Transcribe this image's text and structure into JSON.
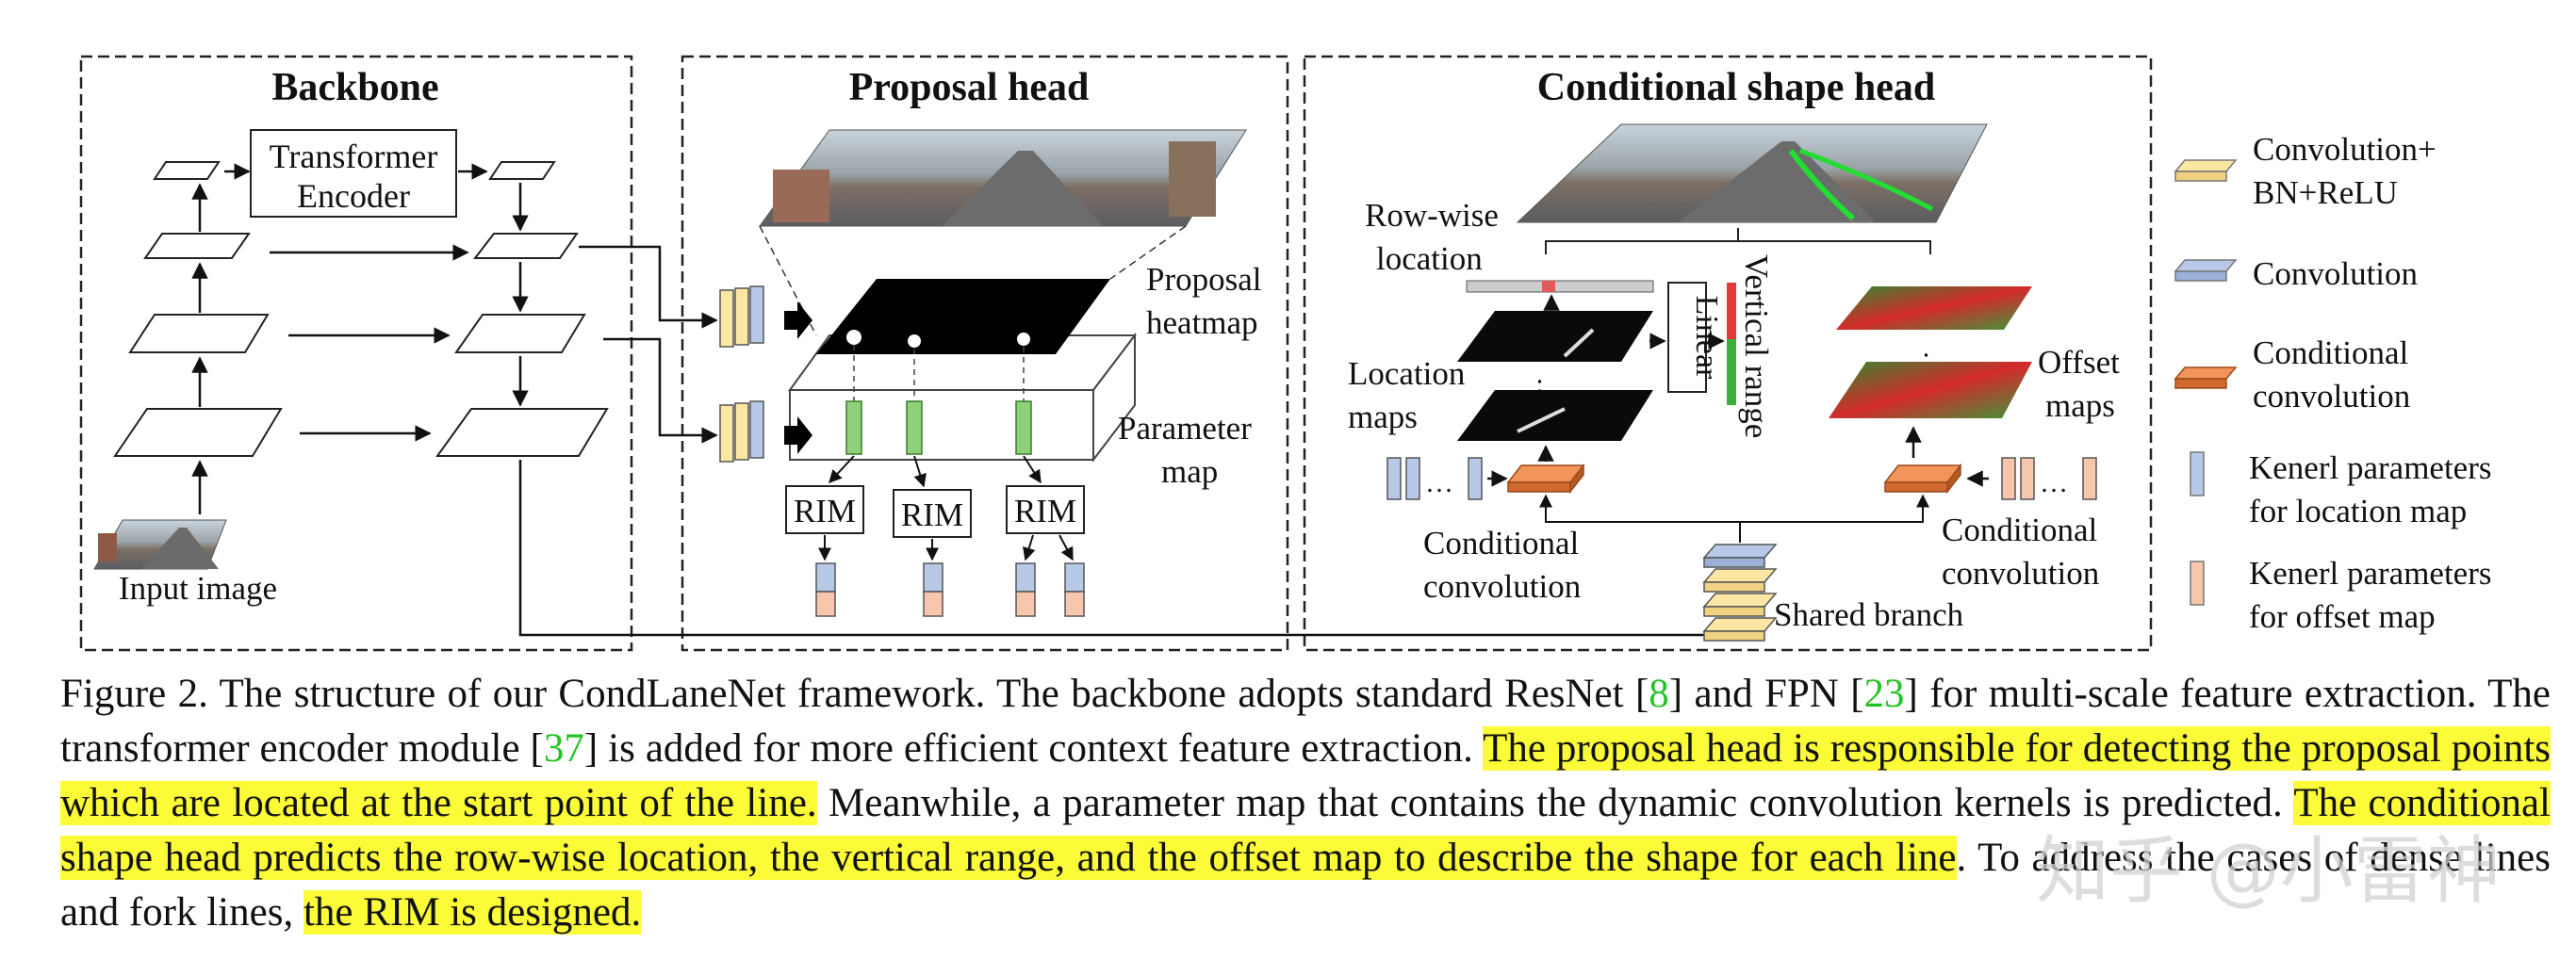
{
  "panels": {
    "backbone": {
      "title": "Backbone",
      "transformer": [
        "Transformer",
        "Encoder"
      ],
      "input_label": "Input image"
    },
    "proposal": {
      "title": "Proposal head",
      "heatmap_label": [
        "Proposal",
        "heatmap"
      ],
      "param_label": [
        "Parameter",
        "map"
      ],
      "rim_label": "RIM"
    },
    "shape": {
      "title": "Conditional shape head",
      "rowwise_label": [
        "Row-wise",
        "location"
      ],
      "location_label": [
        "Location",
        "maps"
      ],
      "linear_label": "Linear",
      "vertical_label": "Vertical range",
      "offset_label": [
        "Offset",
        "maps"
      ],
      "cond_left": [
        "Conditional",
        "convolution"
      ],
      "cond_right": [
        "Conditional",
        "convolution"
      ],
      "shared_label": "Shared branch",
      "dots": "…"
    }
  },
  "legend": [
    {
      "kind": "conv-bn-relu",
      "lines": [
        "Convolution+",
        "BN+ReLU"
      ],
      "color": "#fbe6a3"
    },
    {
      "kind": "conv",
      "lines": [
        "Convolution"
      ],
      "color": "#b8c9e8"
    },
    {
      "kind": "cond-conv",
      "lines": [
        "Conditional",
        "convolution"
      ],
      "color": "#f2955a"
    },
    {
      "kind": "kernel-loc",
      "lines": [
        "Kenerl parameters",
        "for location map"
      ],
      "color": "#b8c9e8"
    },
    {
      "kind": "kernel-off",
      "lines": [
        "Kenerl parameters",
        "for offset map"
      ],
      "color": "#f7c7ad"
    }
  ],
  "caption": {
    "label": "Figure 2.",
    "p1": " The structure of our CondLaneNet framework.  The backbone adopts standard ResNet [",
    "ref1": "8",
    "p2": "] and FPN [",
    "ref2": "23",
    "p3": "] for multi-scale feature extraction. The transformer encoder module [",
    "ref3": "37",
    "p4": "] is added for more efficient context feature extraction. ",
    "h1": "The proposal head is responsible for detecting the proposal points which are located at the start point of the line.",
    "p5": " Meanwhile, a parameter map that contains the dynamic convolution kernels is predicted.  ",
    "h2": "The conditional shape head predicts the row-wise location, the vertical range, and the offset map to describe the shape for each line",
    "p6": ". To address the cases of dense lines and fork lines, ",
    "h3": "the RIM is designed."
  },
  "watermark": "知乎 @小雷神"
}
